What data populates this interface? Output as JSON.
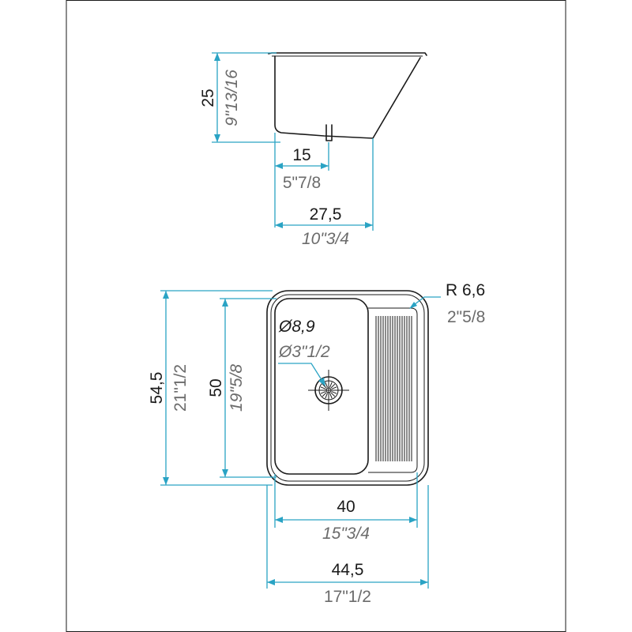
{
  "colors": {
    "outline": "#1a1a1a",
    "dimension_line": "#2aa3c4",
    "metric_text": "#1a1a1a",
    "imperial_text": "#6b6b6b"
  },
  "side_view": {
    "depth_cm": "25",
    "depth_in": "9\"13/16",
    "drain_offset_cm": "15",
    "drain_offset_in": "5\"7/8",
    "width_cm": "27,5",
    "width_in": "10\"3/4"
  },
  "top_view": {
    "radius_cm": "R 6,6",
    "radius_in": "2\"5/8",
    "drain_cm": "Ø8,9",
    "drain_in": "Ø3\"1/2",
    "outer_length_cm": "54,5",
    "outer_length_in": "21\"1/2",
    "inner_length_cm": "50",
    "inner_length_in": "19\"5/8",
    "inner_width_cm": "40",
    "inner_width_in": "15\"3/4",
    "outer_width_cm": "44,5",
    "outer_width_in": "17\"1/2"
  }
}
